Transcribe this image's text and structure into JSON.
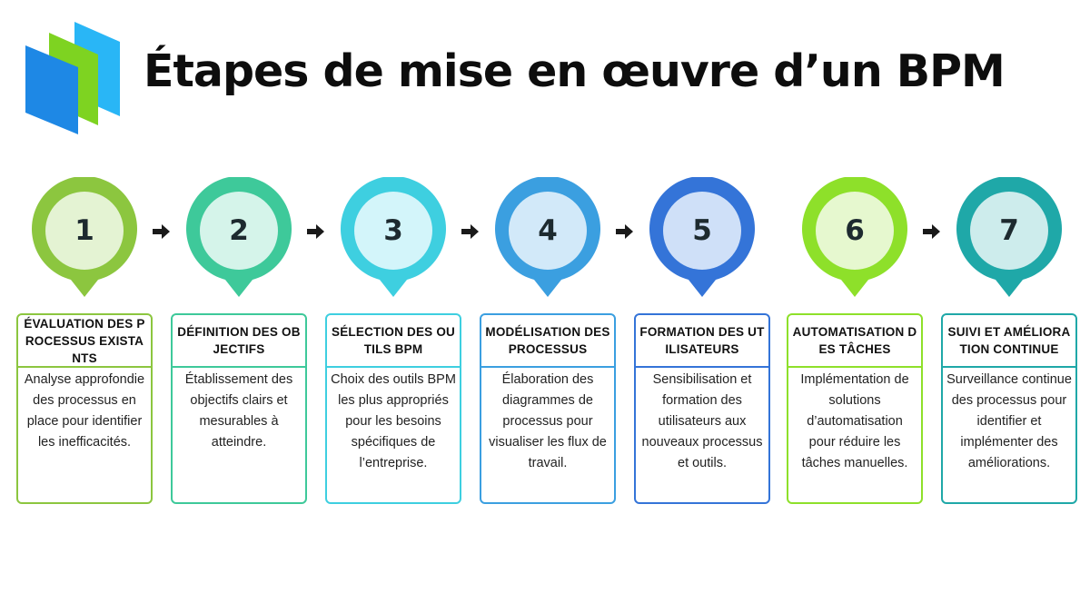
{
  "title": "Étapes de mise en œuvre d’un BPM",
  "steps": [
    {
      "number": "1",
      "header": "Évaluation des processus existants",
      "body": "Analyse approfondie des processus en place pour identifier les inefficacités.",
      "color": "#8cc63f",
      "light": "#e4f3d3"
    },
    {
      "number": "2",
      "header": "Définition des objectifs",
      "body": "Établissement des objectifs clairs et mesurables à atteindre.",
      "color": "#3ec99a",
      "light": "#d5f4ea"
    },
    {
      "number": "3",
      "header": "Sélection des outils BPM",
      "body": "Choix des outils BPM les plus appropriés pour les besoins spécifiques de l’entreprise.",
      "color": "#3ecfe0",
      "light": "#d3f5fa"
    },
    {
      "number": "4",
      "header": "Modélisation des processus",
      "body": "Élaboration des diagrammes de processus pour visualiser les flux de travail.",
      "color": "#3b9fe0",
      "light": "#d2e9f9"
    },
    {
      "number": "5",
      "header": "Formation des utilisateurs",
      "body": "Sensibilisation et formation des utilisateurs aux nouveaux processus et outils.",
      "color": "#3474d8",
      "light": "#cfe0f8"
    },
    {
      "number": "6",
      "header": "Automatisation des tâches",
      "body": "Implémentation de solutions d’automatisation pour réduire les tâches manuelles.",
      "color": "#8ee02a",
      "light": "#e6f8cf"
    },
    {
      "number": "7",
      "header": "Suivi et amélioration continue",
      "body": "Surveillance continue des processus pour identifier et implémenter des améliorations.",
      "color": "#1fa8a8",
      "light": "#cdecec"
    }
  ],
  "colors": {
    "arrow": "#1a1a1a",
    "logo_blue_dark": "#1e88e5",
    "logo_blue_light": "#29b6f6",
    "logo_green": "#7ed321"
  }
}
